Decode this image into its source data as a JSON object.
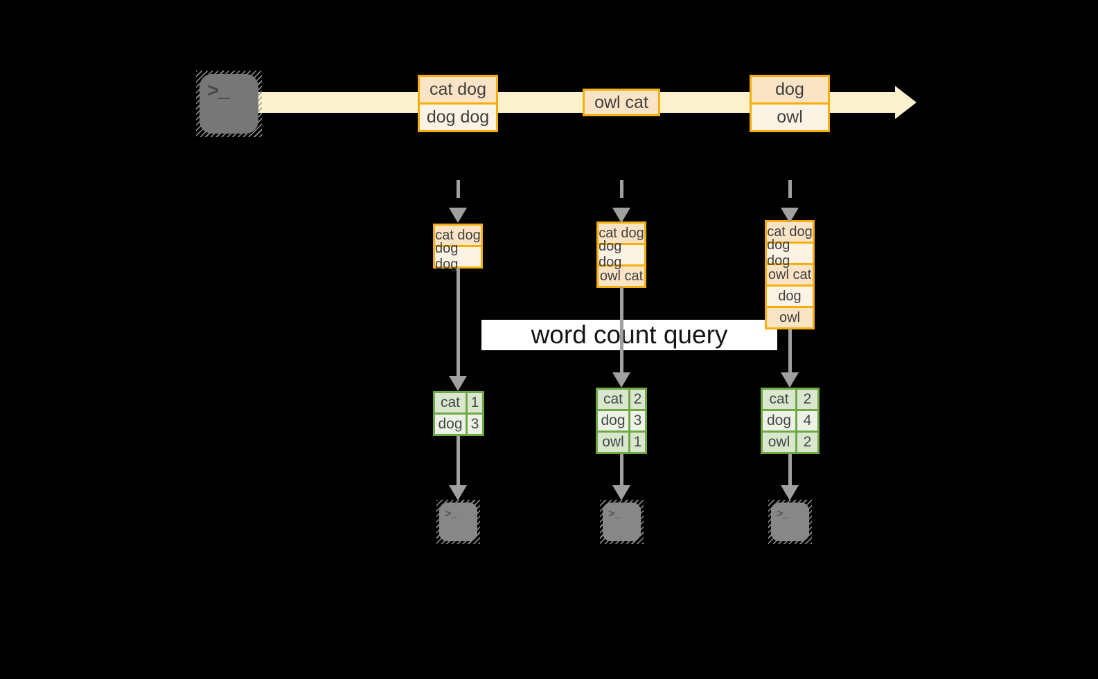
{
  "query": {
    "label": "word count query"
  },
  "source_terminal": {
    "glyph": ">_"
  },
  "stream": {
    "batches": [
      {
        "records": [
          "cat dog",
          "dog dog"
        ]
      },
      {
        "records": [
          "owl cat"
        ]
      },
      {
        "records": [
          "dog",
          "owl"
        ]
      }
    ]
  },
  "columns": [
    {
      "state_records": [
        "cat dog",
        "dog dog"
      ],
      "counts": [
        {
          "word": "cat",
          "count": "1"
        },
        {
          "word": "dog",
          "count": "3"
        }
      ],
      "sink_glyph": ">_"
    },
    {
      "state_records": [
        "cat dog",
        "dog dog",
        "owl cat"
      ],
      "counts": [
        {
          "word": "cat",
          "count": "2"
        },
        {
          "word": "dog",
          "count": "3"
        },
        {
          "word": "owl",
          "count": "1"
        }
      ],
      "sink_glyph": ">_"
    },
    {
      "state_records": [
        "cat dog",
        "dog dog",
        "owl cat",
        "dog",
        "owl"
      ],
      "counts": [
        {
          "word": "cat",
          "count": "2"
        },
        {
          "word": "dog",
          "count": "4"
        },
        {
          "word": "owl",
          "count": "2"
        }
      ],
      "sink_glyph": ">_"
    }
  ],
  "colors": {
    "background": "#000000",
    "stream_band": "#FBF1CD",
    "record_border": "#F4AF0C",
    "record_fill_dark": "#FAE4C5",
    "record_fill_light": "#FDF3E5",
    "count_table_border": "#6FA845",
    "count_table_fill_dark": "#DAE7CF",
    "count_table_fill_light": "#EDF2E7",
    "arrow_gray": "#A0A0A0",
    "query_band": "#FFFFFF"
  }
}
